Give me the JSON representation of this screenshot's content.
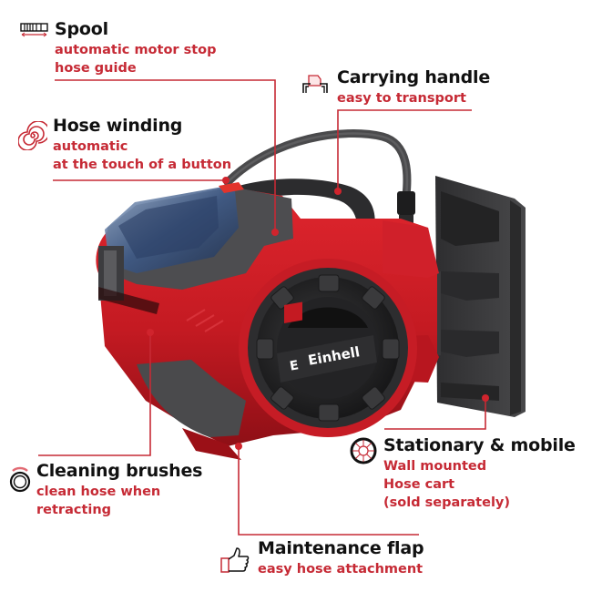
{
  "colors": {
    "accent_red": "#c62a35",
    "title_black": "#111111",
    "body_red": "#c41f2a",
    "body_dark": "#3a3a3c",
    "background": "#ffffff"
  },
  "product": {
    "brand_label": "Einhell",
    "brand_badge": "E",
    "description": "Cordless automatic hose reel, wall mounted"
  },
  "callouts": [
    {
      "id": "spool",
      "icon": "spool-icon",
      "title": "Spool",
      "lines": [
        "automatic motor stop",
        "hose guide"
      ]
    },
    {
      "id": "carrying-handle",
      "icon": "handle-icon",
      "title": "Carrying handle",
      "lines": [
        "easy to transport"
      ]
    },
    {
      "id": "hose-winding",
      "icon": "spiral-icon",
      "title": "Hose winding",
      "lines": [
        "automatic",
        "at the touch of a button"
      ]
    },
    {
      "id": "cleaning-brushes",
      "icon": "brush-ring-icon",
      "title": "Cleaning brushes",
      "lines": [
        "clean hose when",
        "retracting"
      ]
    },
    {
      "id": "stationary-mobile",
      "icon": "wheel-icon",
      "title": "Stationary & mobile",
      "lines": [
        "Wall mounted",
        "Hose cart",
        "(sold separately)"
      ]
    },
    {
      "id": "maintenance-flap",
      "icon": "thumbs-up-icon",
      "title": "Maintenance flap",
      "lines": [
        "easy hose attachment"
      ]
    }
  ]
}
